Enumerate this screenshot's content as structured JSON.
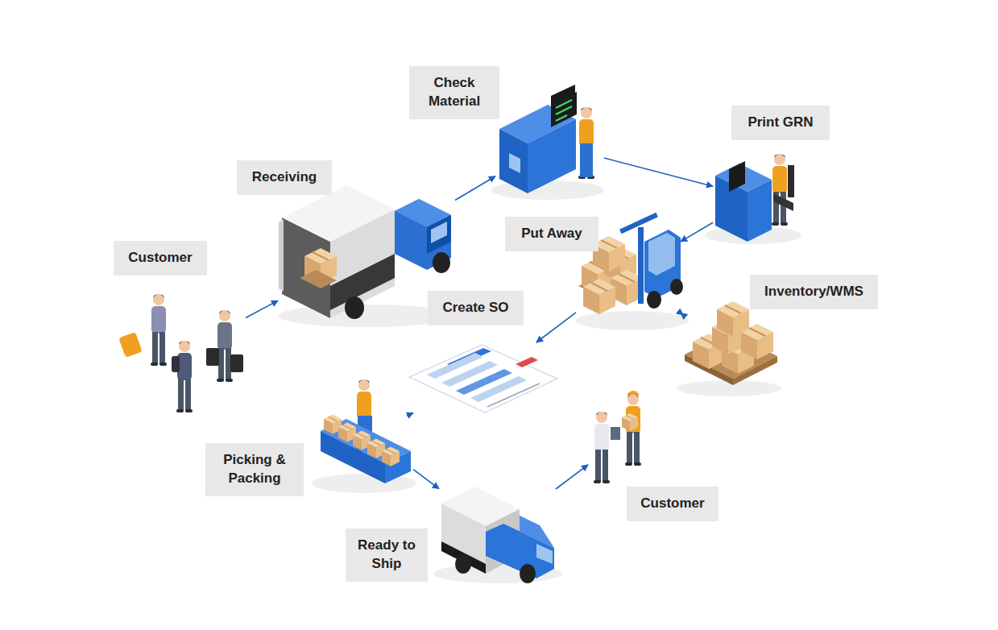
{
  "diagram": {
    "nodes": [
      {
        "text": [
          "Customer"
        ]
      },
      {
        "text": [
          "Receiving"
        ]
      },
      {
        "text": [
          "Check Material"
        ]
      },
      {
        "text": [
          "Print GRN"
        ]
      },
      {
        "text": [
          "Put Away"
        ]
      },
      {
        "text": [
          "Inventory/WMS"
        ]
      },
      {
        "text": [
          "Create SO"
        ]
      },
      {
        "text": [
          "Picking & Packing"
        ]
      },
      {
        "text": [
          "Ready to Ship"
        ]
      },
      {
        "text": [
          "Customer"
        ]
      }
    ],
    "edges": [
      {
        "from": 0,
        "to": 1,
        "arrow": "to"
      },
      {
        "from": 1,
        "to": 2,
        "arrow": "to"
      },
      {
        "from": 2,
        "to": 3,
        "arrow": "to"
      },
      {
        "from": 3,
        "to": 4,
        "arrow": "to"
      },
      {
        "from": 4,
        "to": 5,
        "arrow": "both"
      },
      {
        "from": 4,
        "to": 6,
        "arrow": "to"
      },
      {
        "from": 6,
        "to": 7,
        "arrow": "to"
      },
      {
        "from": 7,
        "to": 8,
        "arrow": "to"
      },
      {
        "from": 8,
        "to": 9,
        "arrow": "to"
      }
    ]
  }
}
